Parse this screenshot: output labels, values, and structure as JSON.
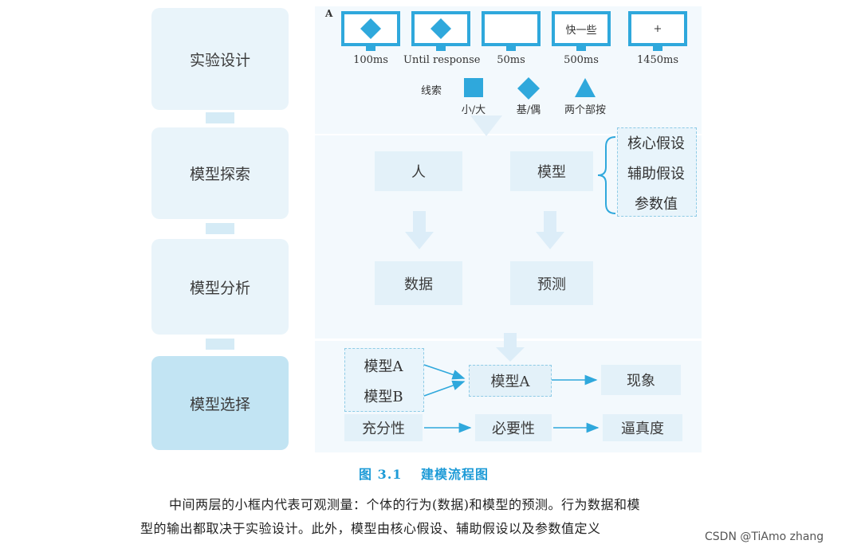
{
  "stages": [
    {
      "label": "实验设计"
    },
    {
      "label": "模型探索"
    },
    {
      "label": "模型分析"
    },
    {
      "label": "模型选择"
    }
  ],
  "panel_a": {
    "letter": "A",
    "monitors": [
      {
        "caption": "100ms",
        "content": ""
      },
      {
        "caption": "Until response",
        "content": ""
      },
      {
        "caption": "50ms",
        "content": ""
      },
      {
        "caption": "500ms",
        "content": "快一些"
      },
      {
        "caption": "1450ms",
        "content": "+"
      }
    ],
    "cue_title": "线索",
    "cues": [
      {
        "label": "小/大",
        "shape": "square"
      },
      {
        "label": "基/偶",
        "shape": "diamond"
      },
      {
        "label": "两个部按",
        "shape": "triangle"
      }
    ]
  },
  "explore": {
    "person": "人",
    "model": "模型",
    "assumptions": [
      "核心假设",
      "辅助假设",
      "参数值"
    ]
  },
  "analysis": {
    "data": "数据",
    "prediction": "预测"
  },
  "selection": {
    "model_a": "模型A",
    "model_b": "模型B",
    "chosen": "模型A",
    "phenomenon": "现象",
    "sufficiency": "充分性",
    "necessity": "必要性",
    "verisimilitude": "逼真度"
  },
  "colors": {
    "accent": "#2fa8dc",
    "caption": "#1e9bd7",
    "stage_bg": "#e9f4fa",
    "active_bg": "#c2e4f3"
  },
  "figure": {
    "number": "图 3.1",
    "title": "建模流程图",
    "desc_line1": "中间两层的小框内代表可观测量：个体的行为(数据)和模型的预测。行为数据和模",
    "desc_line2": "型的输出都取决于实验设计。此外，模型由核心假设、辅助假设以及参数值定义"
  },
  "watermark": "CSDN @TiAmo zhang"
}
